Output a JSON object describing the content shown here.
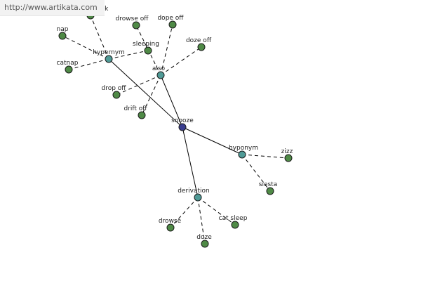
{
  "watermark": "http://www.artikata.com",
  "colors": {
    "central": "#3a3d8f",
    "relation": "#4f9a96",
    "leaf": "#4f8a46",
    "edge": "#000000"
  },
  "nodes": [
    {
      "id": "snooze",
      "label": "snooze",
      "kind": "central"
    },
    {
      "id": "hypernym",
      "label": "hypernym",
      "kind": "relation"
    },
    {
      "id": "also",
      "label": "also",
      "kind": "relation"
    },
    {
      "id": "hyponym",
      "label": "hyponym",
      "kind": "relation"
    },
    {
      "id": "derivation",
      "label": "derivation",
      "kind": "relation"
    },
    {
      "id": "wink",
      "label": "wink",
      "kind": "leaf"
    },
    {
      "id": "nap",
      "label": "nap",
      "kind": "leaf"
    },
    {
      "id": "catnap",
      "label": "catnap",
      "kind": "leaf"
    },
    {
      "id": "sleeping",
      "label": "sleeping",
      "kind": "leaf"
    },
    {
      "id": "drowse_off",
      "label": "drowse off",
      "kind": "leaf"
    },
    {
      "id": "dope_off",
      "label": "dope off",
      "kind": "leaf"
    },
    {
      "id": "doze_off",
      "label": "doze off",
      "kind": "leaf"
    },
    {
      "id": "drop_off",
      "label": "drop off",
      "kind": "leaf"
    },
    {
      "id": "drift_off",
      "label": "drift off",
      "kind": "leaf"
    },
    {
      "id": "zizz",
      "label": "zizz",
      "kind": "leaf"
    },
    {
      "id": "siesta",
      "label": "siesta",
      "kind": "leaf"
    },
    {
      "id": "drowse",
      "label": "drowse",
      "kind": "leaf"
    },
    {
      "id": "doze",
      "label": "doze",
      "kind": "leaf"
    },
    {
      "id": "cat_sleep",
      "label": "cat sleep",
      "kind": "leaf"
    }
  ],
  "edges": [
    {
      "from": "snooze",
      "to": "hypernym",
      "style": "solid"
    },
    {
      "from": "snooze",
      "to": "also",
      "style": "solid"
    },
    {
      "from": "snooze",
      "to": "hyponym",
      "style": "solid"
    },
    {
      "from": "snooze",
      "to": "derivation",
      "style": "solid"
    },
    {
      "from": "hypernym",
      "to": "wink",
      "style": "dashed"
    },
    {
      "from": "hypernym",
      "to": "nap",
      "style": "dashed"
    },
    {
      "from": "hypernym",
      "to": "catnap",
      "style": "dashed"
    },
    {
      "from": "hypernym",
      "to": "sleeping",
      "style": "dashed"
    },
    {
      "from": "also",
      "to": "drowse_off",
      "style": "dashed"
    },
    {
      "from": "also",
      "to": "dope_off",
      "style": "dashed"
    },
    {
      "from": "also",
      "to": "doze_off",
      "style": "dashed"
    },
    {
      "from": "also",
      "to": "drop_off",
      "style": "dashed"
    },
    {
      "from": "also",
      "to": "drift_off",
      "style": "dashed"
    },
    {
      "from": "hyponym",
      "to": "zizz",
      "style": "dashed"
    },
    {
      "from": "hyponym",
      "to": "siesta",
      "style": "dashed"
    },
    {
      "from": "derivation",
      "to": "drowse",
      "style": "dashed"
    },
    {
      "from": "derivation",
      "to": "doze",
      "style": "dashed"
    },
    {
      "from": "derivation",
      "to": "cat_sleep",
      "style": "dashed"
    }
  ]
}
